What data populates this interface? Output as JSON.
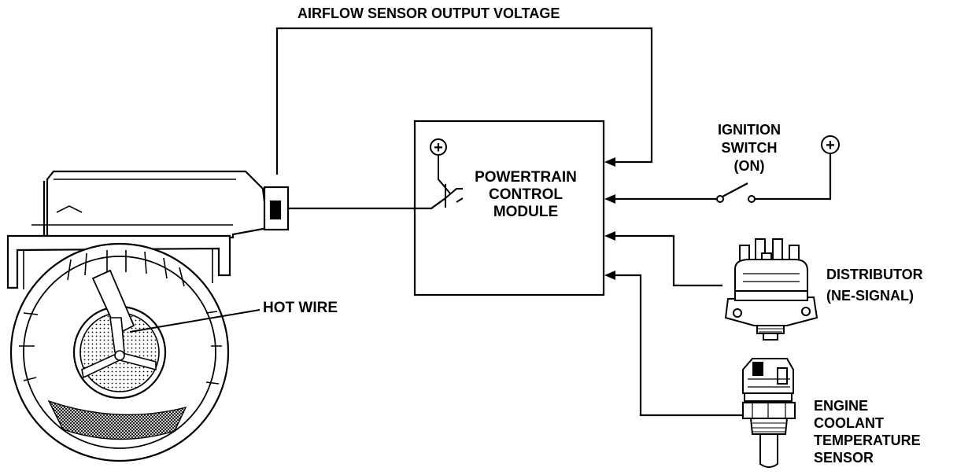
{
  "diagram": {
    "top_label": "AIRFLOW SENSOR OUTPUT VOLTAGE",
    "pcm_label": [
      "POWERTRAIN",
      "CONTROL",
      "MODULE"
    ],
    "hot_wire_label": "HOT WIRE",
    "ignition_label": [
      "IGNITION",
      "SWITCH",
      "(ON)"
    ],
    "distributor_label": [
      "DISTRIBUTOR",
      "(NE-SIGNAL)"
    ],
    "ect_label": [
      "ENGINE",
      "COOLANT",
      "TEMPERATURE",
      "SENSOR"
    ],
    "plus_symbol": "+",
    "colors": {
      "ink": "#000000",
      "paper": "#ffffff"
    }
  }
}
